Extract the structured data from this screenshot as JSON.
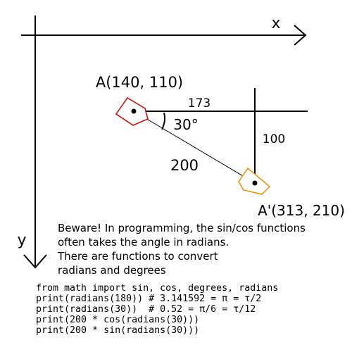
{
  "axes": {
    "x_label": "x",
    "y_label": "y"
  },
  "points": {
    "a_label": "A(140, 110)",
    "a_prime_label": "A'(313, 210)"
  },
  "measurements": {
    "horizontal": "173",
    "vertical": "100",
    "hypotenuse": "200",
    "angle": "30°"
  },
  "colors": {
    "shape_a": "#dd0000",
    "shape_a_prime": "#f08c00"
  },
  "note": [
    "Beware! In programming, the sin/cos functions",
    "often takes the angle in radians.",
    "There are functions to convert",
    "radians and degrees"
  ],
  "code": [
    "from math import sin, cos, degrees, radians",
    "print(radians(180)) # 3.141592 = π = τ/2",
    "print(radians(30))  # 0.52 = π/6 = τ/12",
    "print(200 * cos(radians(30)))",
    "print(200 * sin(radians(30)))"
  ]
}
